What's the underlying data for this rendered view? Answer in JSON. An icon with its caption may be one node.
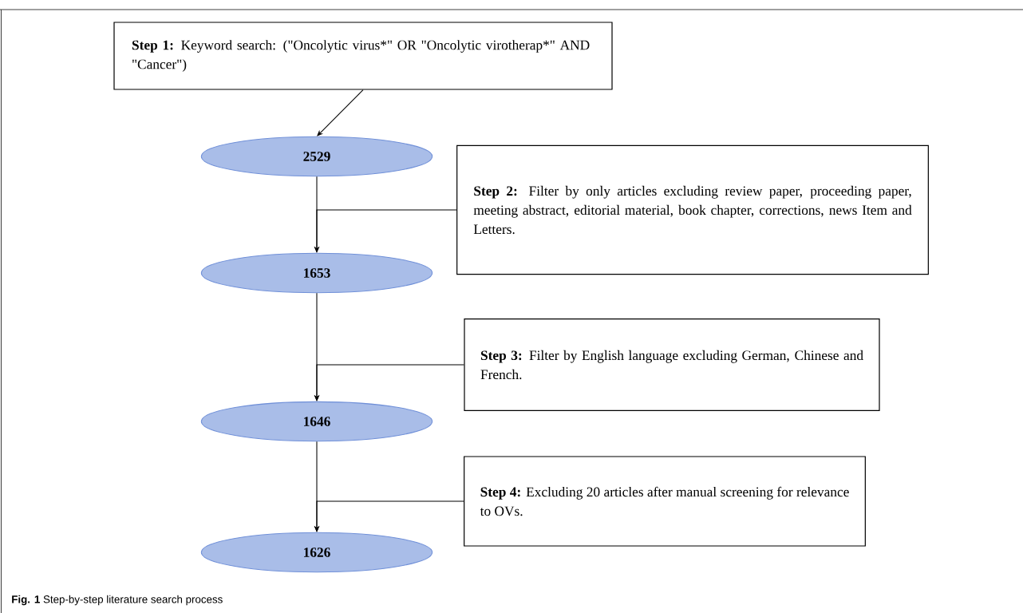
{
  "diagram": {
    "caption": "**Fig. 1** Step-by-step literature search process",
    "nodes": [
      {
        "text": [
          "**Step 1:** Keyword search: (\"Oncolytic virus*\" OR \"Oncolytic virotherap*\" AND \"Cancer\")"
        ]
      },
      {
        "text": [
          "2529"
        ]
      },
      {
        "text": [
          "**Step 2:** Filter by only articles excluding review paper, proceeding paper, meeting abstract, editorial material, book chapter, corrections, news Item and Letters."
        ]
      },
      {
        "text": [
          "1653"
        ]
      },
      {
        "text": [
          "**Step 3:** Filter by English language excluding German, Chinese and French."
        ]
      },
      {
        "text": [
          "1646"
        ]
      },
      {
        "text": [
          "**Step 4:** Excluding 20 articles after manual screening for relevance to OVs."
        ]
      },
      {
        "text": [
          "1626"
        ]
      }
    ],
    "edges": [
      {
        "from": 0,
        "to": 1,
        "arrow": "to"
      },
      {
        "from": 1,
        "to": 3,
        "arrow": "to"
      },
      {
        "from": 2,
        "to": 3,
        "arrow": "to"
      },
      {
        "from": 3,
        "to": 5,
        "arrow": "to"
      },
      {
        "from": 4,
        "to": 5,
        "arrow": "to"
      },
      {
        "from": 5,
        "to": 7,
        "arrow": "to"
      },
      {
        "from": 6,
        "to": 7,
        "arrow": "to"
      }
    ]
  }
}
